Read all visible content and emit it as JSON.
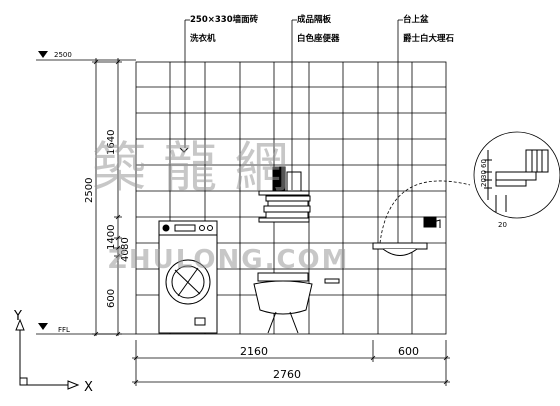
{
  "notes": {
    "tile_line1": "250×330墙面砖",
    "tile_line2": "洗衣机",
    "shelf_line1": "成品隔板",
    "shelf_line2": "白色座便器",
    "basin_line1": "台上盆",
    "basin_line2": "爵士白大理石"
  },
  "levels": {
    "top": "2500",
    "floor": "FFL"
  },
  "dimensions": {
    "left_total": "2500",
    "left_upper": "1640",
    "left_mid1": "1400",
    "left_mid2": "80",
    "left_mid3": "40",
    "left_lower": "600",
    "bottom_a": "2160",
    "bottom_b": "600",
    "bottom_total": "2760"
  },
  "detail": {
    "dim_60": "60",
    "dim_30": "30",
    "dim_20a": "20",
    "dim_20b": "20"
  },
  "axes": {
    "x": "X",
    "y": "Y"
  },
  "watermark": {
    "chinese": "築 龍 網",
    "latin": "ZHULONG.COM"
  }
}
